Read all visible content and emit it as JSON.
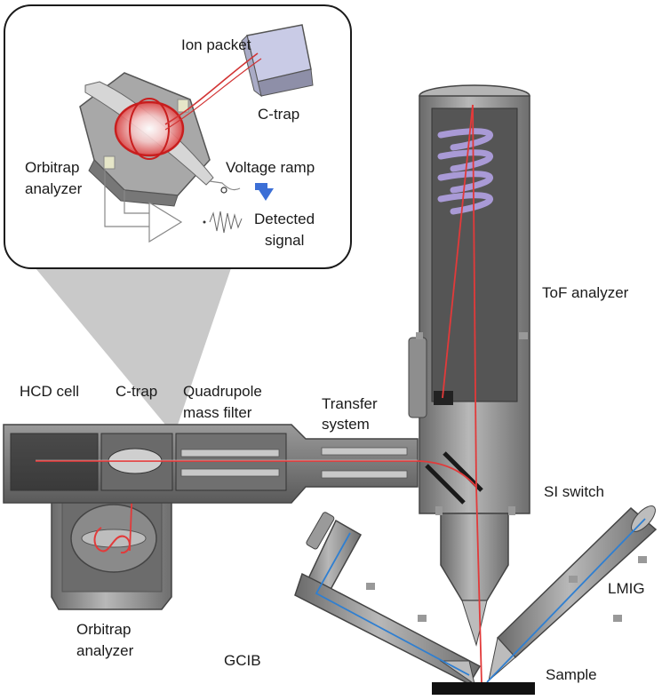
{
  "labels": {
    "ion_packet": "Ion packet",
    "c_trap_inset": "C-trap",
    "orbitrap_analyzer_inset_line1": "Orbitrap",
    "orbitrap_analyzer_inset_line2": "analyzer",
    "voltage_ramp": "Voltage ramp",
    "detected_signal_line1": "Detected",
    "detected_signal_line2": "signal",
    "tof_analyzer": "ToF analyzer",
    "hcd_cell": "HCD cell",
    "c_trap": "C-trap",
    "quadrupole_line1": "Quadrupole",
    "quadrupole_line2": "mass filter",
    "transfer_line1": "Transfer",
    "transfer_line2": "system",
    "si_switch": "SI switch",
    "orbitrap_line1": "Orbitrap",
    "orbitrap_line2": "analyzer",
    "gcib": "GCIB",
    "lmig": "LMIG",
    "sample": "Sample"
  },
  "colors": {
    "metal_dark": "#5e5e5e",
    "metal_mid": "#8a8a8a",
    "metal_light": "#b5b5b5",
    "ion_beam": "#e23a3a",
    "primary_beam": "#2f7fd1",
    "coil": "#a99ad6",
    "sample": "#111111"
  }
}
